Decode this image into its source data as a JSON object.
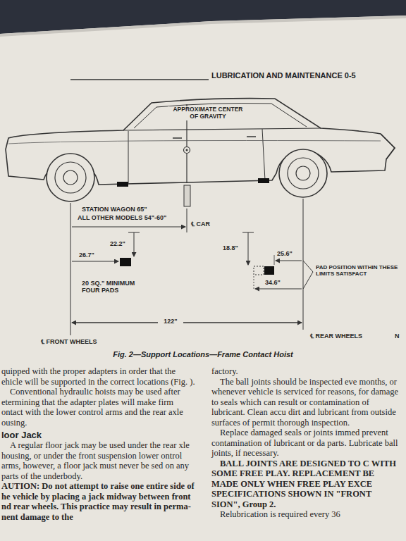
{
  "diagram": {
    "title": "LUBRICATION AND MAINTENANCE 0-5",
    "caption": "Fig. 2—Support Locations—Frame Contact Hoist",
    "labels": [
      "APPROXIMATE CENTER OF GRAVITY",
      "STATION WAGON 65\"",
      "ALL OTHER MODELS 54\"-60\"",
      "℄ CAR",
      "26.7\"",
      "22.2\"",
      "18.8\"",
      "25.6\"",
      "PAD POSITION WITHIN THESE LIMITS SATISFACT",
      "20 SQ.\" MINIMUM FOUR PADS",
      "34.6\"",
      "122\"",
      "℄ FRONT WHEELS",
      "℄ REAR WHEELS",
      "N",
      "quipped with the proper adapters in order that the ehicle will be supported in the correct locations (Fig. ).",
      "Conventional hydraulic hoists may be used after etermining that the adapter plates will make firm ontact with the lower control arms and the rear axle ousing.",
      "loor Jack",
      "A regular floor jack may be used under the rear xle housing, or under the front suspension lower ontrol arms, however, a floor jack must never be sed on any parts of the underbody.",
      "AUTION: Do not attempt to raise one entire side of he vehicle by placing a jack midway between front nd rear wheels. This practice may result in perma- nent damage to the",
      "factory.",
      "The ball joints should be inspected eve months, or whenever vehicle is serviced for reasons, for damage to seals which can result or contamination of lubricant. Clean accu dirt and lubricant from outside surfaces of permit thorough inspection.",
      "Replace damaged seals or joints immed prevent contamination of lubricant or da parts. Lubricate ball joints, if necessary.",
      "BALL JOINTS ARE DESIGNED TO C WITH SOME FREE PLAY. REPLACEMENT BE MADE ONLY WHEN FREE PLAY EXCE SPECIFICATIONS SHOWN IN \"FRONT SION\", Group 2.",
      "Relubrication is required every 36"
    ]
  }
}
